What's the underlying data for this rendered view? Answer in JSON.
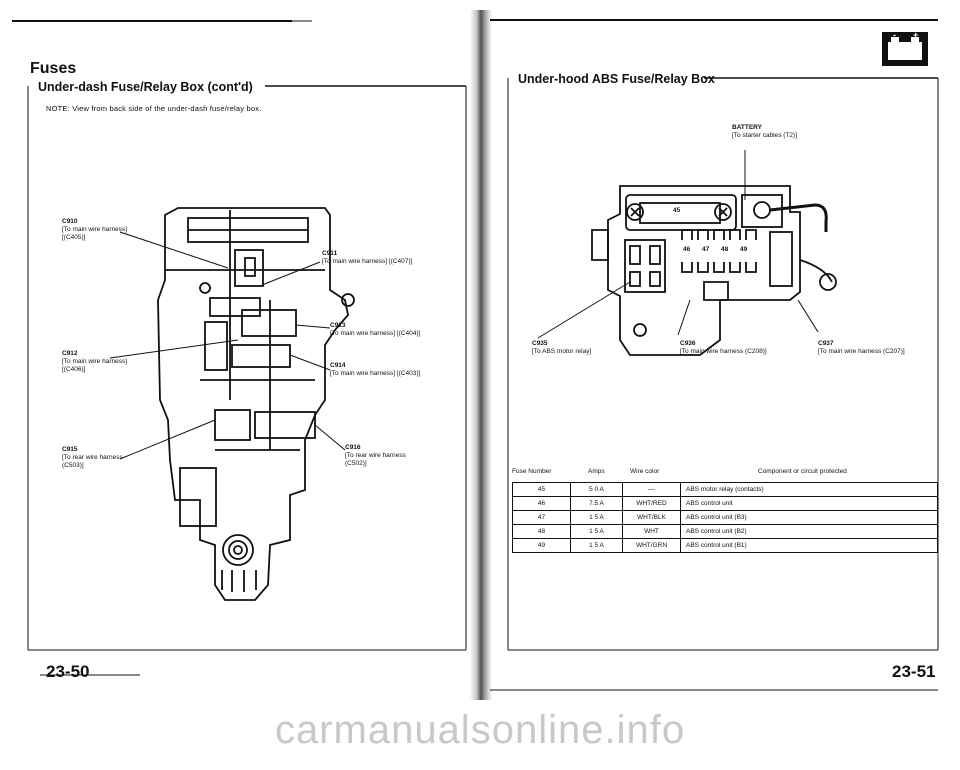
{
  "left_page": {
    "section_title": "Fuses",
    "subsection_title": "Under-dash Fuse/Relay Box (cont'd)",
    "note": "NOTE: View from back side of the under-dash fuse/relay box.",
    "connectors": [
      {
        "id": "C910",
        "desc": "[To main wire harness] [(C405)]"
      },
      {
        "id": "C911",
        "desc": "[To main wire harness] [(C407)]"
      },
      {
        "id": "C912",
        "desc": "[To main wire harness] [(C406)]"
      },
      {
        "id": "C913",
        "desc": "[To main wire harness] [(C404)]"
      },
      {
        "id": "C914",
        "desc": "[To main wire harness] [(C403)]"
      },
      {
        "id": "C915",
        "desc": "[To rear wire harness (C503)]"
      },
      {
        "id": "C916",
        "desc": "[To rear wire harness (C502)]"
      }
    ],
    "page_number": "23-50"
  },
  "right_page": {
    "subsection_title": "Under-hood ABS Fuse/Relay Box",
    "battery_icon": {
      "name": "battery-icon",
      "neg": "-",
      "pos": "+"
    },
    "battery_label": "BATTERY",
    "battery_sub": "[To starter cables (T2)]",
    "relay_fuse": "45",
    "small_fuse_numbers": [
      "46",
      "47",
      "48",
      "49"
    ],
    "connectors": [
      {
        "id": "C935",
        "desc": "[To ABS motor relay]"
      },
      {
        "id": "C936",
        "desc": "[To main wire harness (C208)]"
      },
      {
        "id": "C937",
        "desc": "[To main wire harness (C207)]"
      }
    ],
    "table": {
      "headers": [
        "Fuse Number",
        "Amps",
        "Wire color",
        "Component or circuit protected"
      ],
      "rows": [
        {
          "fuse": "45",
          "amps": "5 0 A",
          "wire": "—",
          "component": "ABS motor relay (contacts)"
        },
        {
          "fuse": "46",
          "amps": "7.5 A",
          "wire": "WHT/RED",
          "component": "ABS control unit"
        },
        {
          "fuse": "47",
          "amps": "1 5 A",
          "wire": "WHT/BLK",
          "component": "ABS control unit (B3)"
        },
        {
          "fuse": "48",
          "amps": "1 5 A",
          "wire": "WHT",
          "component": "ABS control unit (B2)"
        },
        {
          "fuse": "49",
          "amps": "1 5 A",
          "wire": "WHT/GRN",
          "component": "ABS control unit (B1)"
        }
      ]
    },
    "page_number": "23-51"
  },
  "watermark": "carmanualsonline.info"
}
